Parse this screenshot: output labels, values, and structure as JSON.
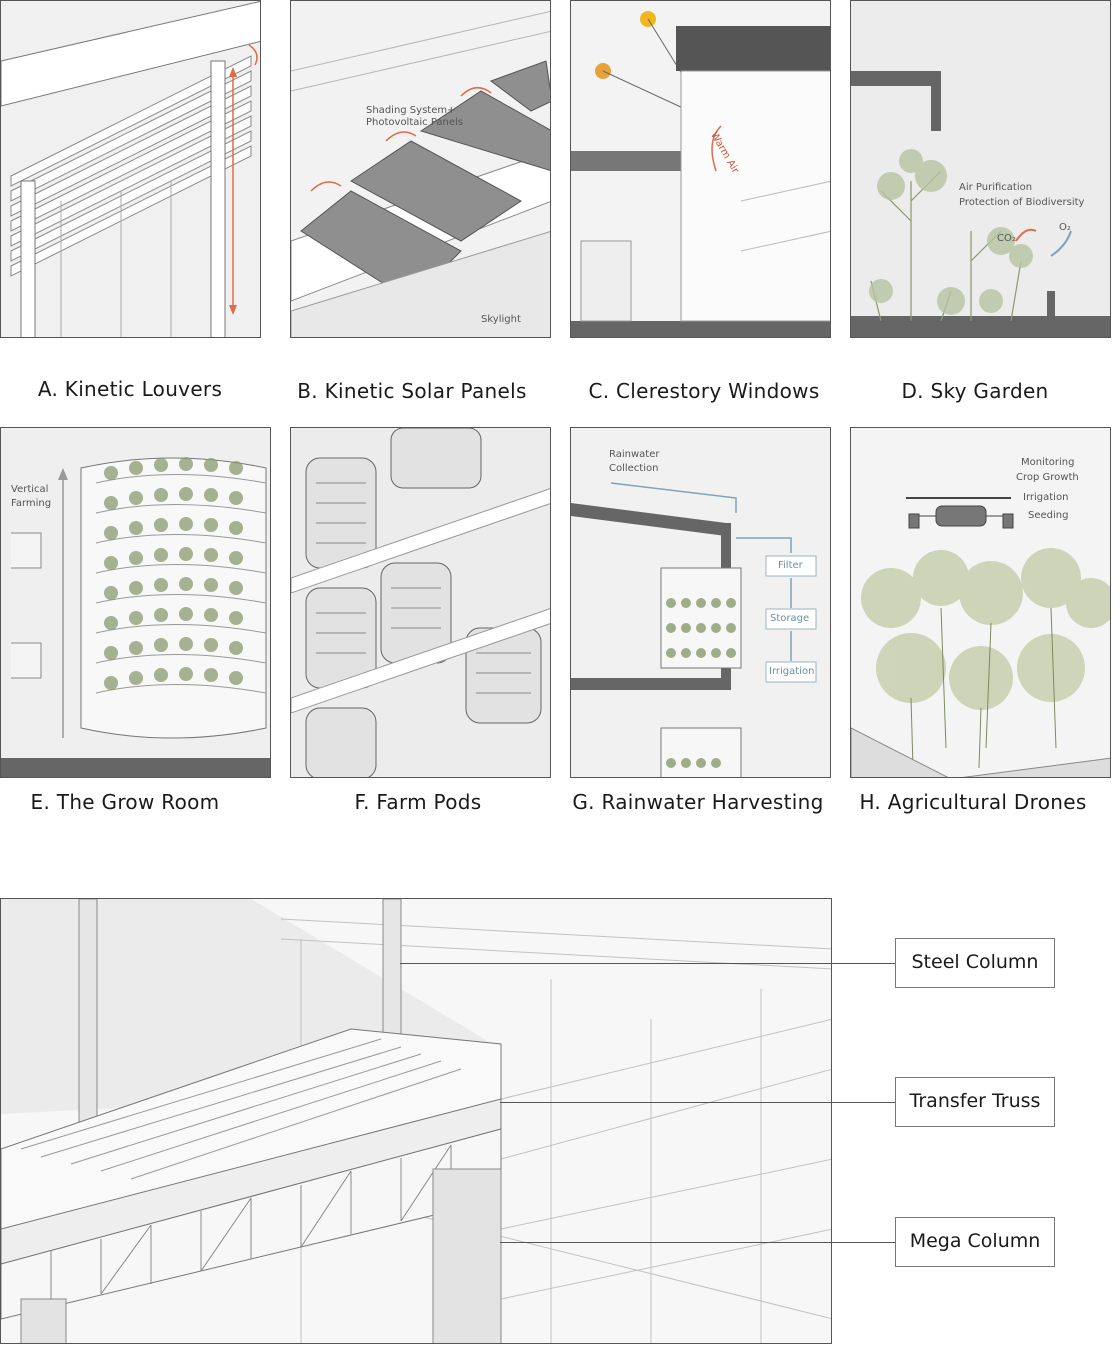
{
  "panels": [
    {
      "caption": "A. Kinetic Louvers",
      "notes": []
    },
    {
      "caption": "B. Kinetic Solar Panels",
      "notes": [
        "Shading System+",
        "Photovoltaic Panels",
        "Skylight"
      ]
    },
    {
      "caption": "C. Clerestory Windows",
      "notes": [
        "Warm Air"
      ]
    },
    {
      "caption": "D. Sky Garden",
      "notes": [
        "Air Purification",
        "Protection of Biodiversity",
        "CO₂",
        "O₂"
      ]
    },
    {
      "caption": "E. The Grow Room",
      "notes": [
        "Vertical",
        "Farming"
      ]
    },
    {
      "caption": "F. Farm Pods",
      "notes": []
    },
    {
      "caption": "G. Rainwater Harvesting",
      "notes": [
        "Rainwater",
        "Collection",
        "Filter",
        "Storage",
        "Irrigation"
      ]
    },
    {
      "caption": "H. Agricultural Drones",
      "notes": [
        "Monitoring",
        "Crop Growth",
        "Irrigation",
        "Seeding"
      ]
    }
  ],
  "structure": {
    "callouts": [
      "Steel Column",
      "Transfer Truss",
      "Mega Column"
    ]
  },
  "colors": {
    "accent_arrow": "#e06a4a",
    "sun": "#f2b51c",
    "plant": "#8a9a6e",
    "water_arrow": "#7fa3b8"
  }
}
